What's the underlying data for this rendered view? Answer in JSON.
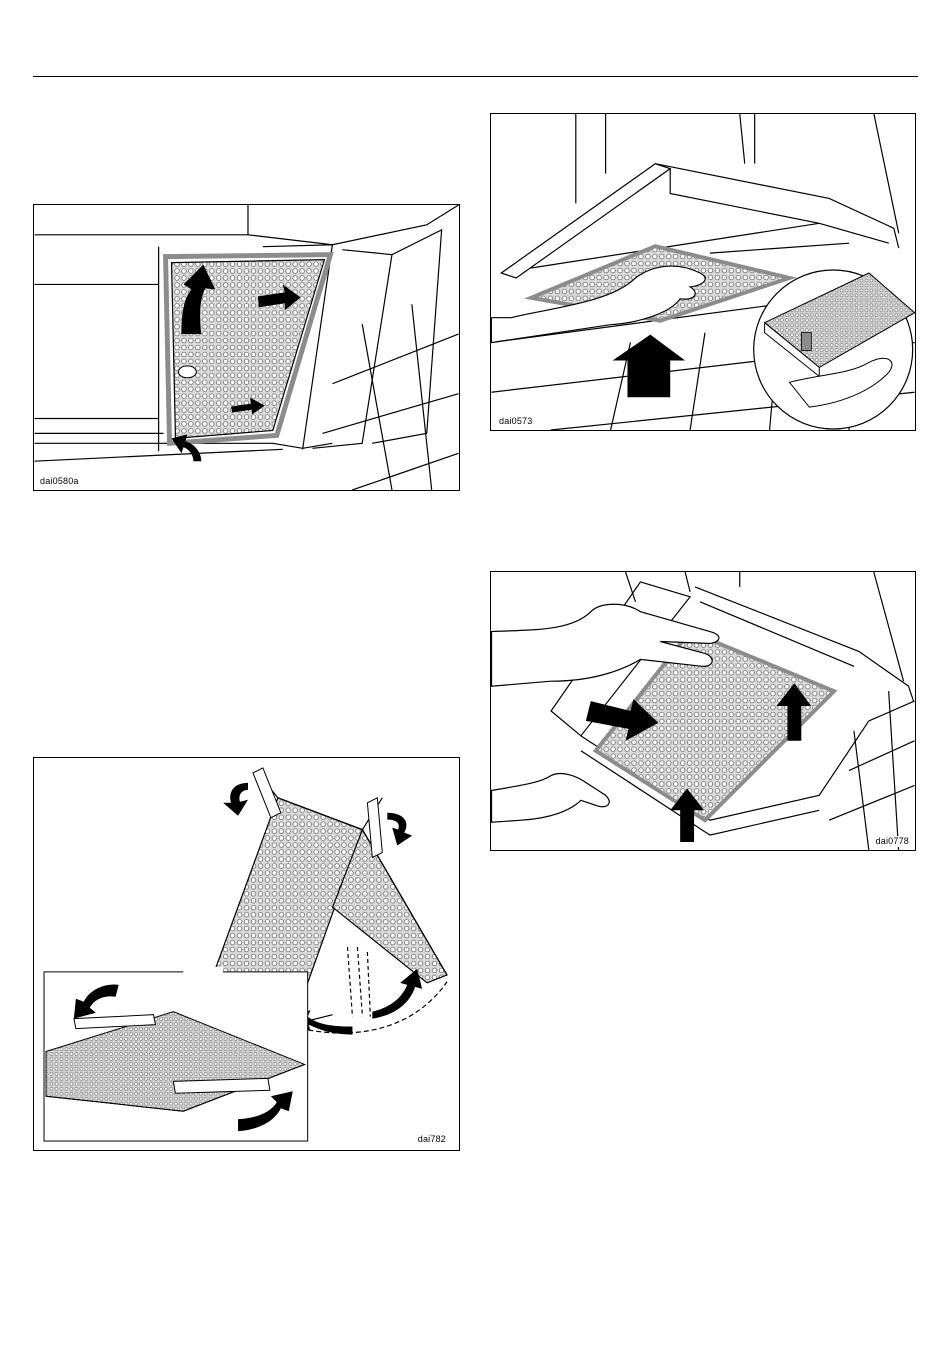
{
  "figures": {
    "a": {
      "label": "dai0580a",
      "icons": [
        "filter-panel",
        "arrow-up-icon",
        "arrow-right-icon",
        "arrow-curve-icon"
      ]
    },
    "b": {
      "label": "dai0573",
      "icons": [
        "hand-icon",
        "filter-panel",
        "arrow-up-icon",
        "magnifier-inset"
      ]
    },
    "c": {
      "label": "dai0778",
      "icons": [
        "hand-icon",
        "filter-panel",
        "arrow-right-icon",
        "arrow-up-icon"
      ]
    },
    "d": {
      "label": "dai782",
      "icons": [
        "filter-panel",
        "curved-arrow-icon",
        "inset-detail"
      ]
    }
  },
  "colors": {
    "ink": "#000000",
    "paper": "#ffffff",
    "mesh_fill": "#bfbfbf",
    "frame_gray": "#8c8c8c"
  }
}
